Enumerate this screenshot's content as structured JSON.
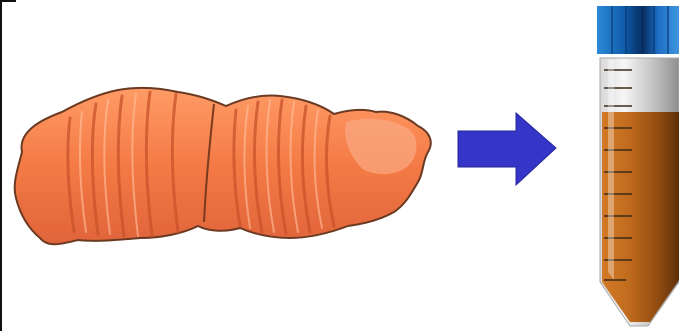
{
  "figure": {
    "left_item": {
      "name": "tissue-sample",
      "color_primary": "#F47A45",
      "color_shadow": "#C9532A",
      "color_highlight": "#FFB38A"
    },
    "arrow": {
      "direction": "right",
      "color": "#3536C8"
    },
    "right_item": {
      "name": "conical-tube",
      "cap_color": "#1E73C9",
      "liquid_color": "#B8661C",
      "tube_body_color": "#E9E9E9"
    }
  }
}
